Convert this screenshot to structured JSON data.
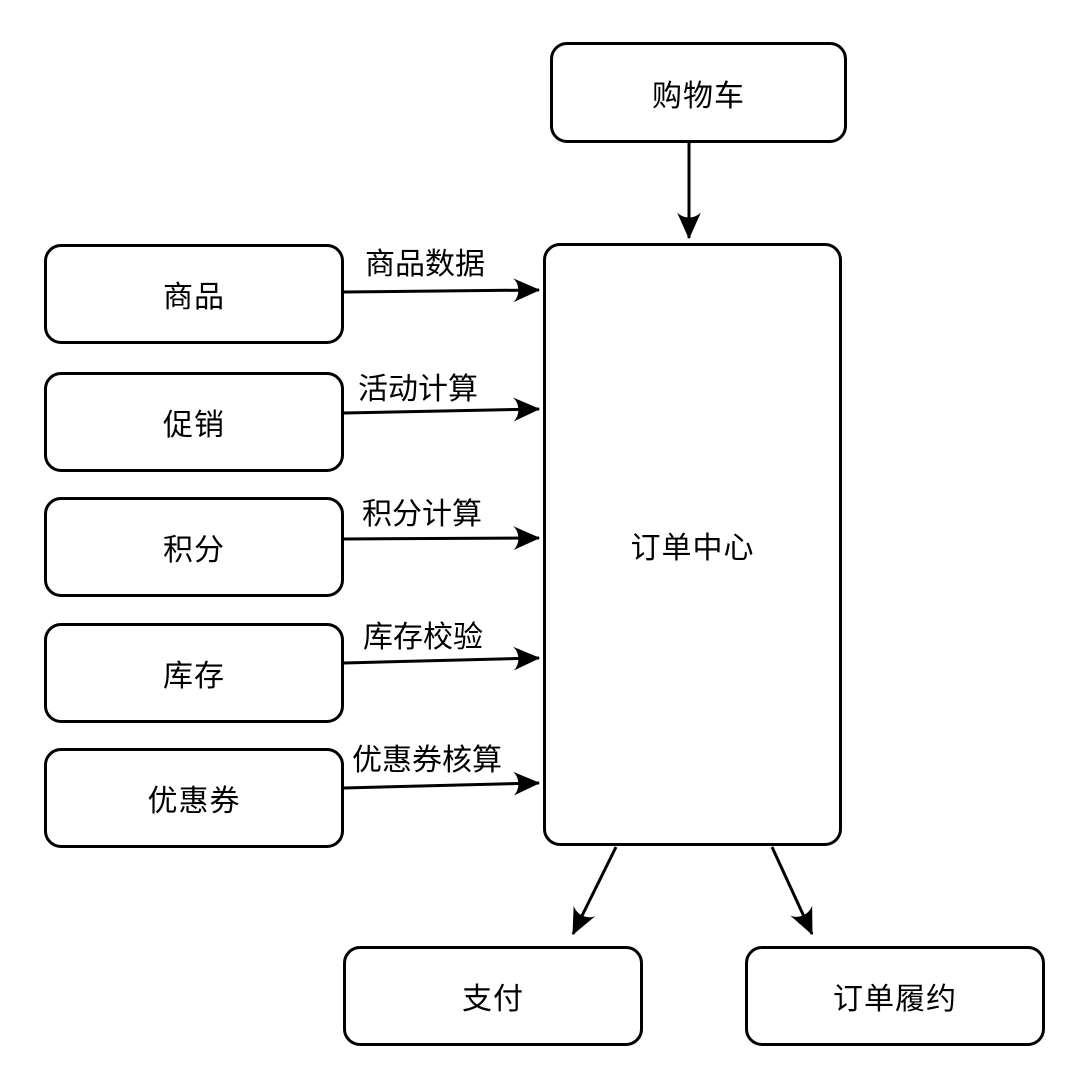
{
  "diagram": {
    "type": "flowchart",
    "colors": {
      "stroke": "#000000",
      "node_fill": "#ffffff",
      "text": "#000000",
      "background": "#ffffff"
    },
    "nodes": [
      {
        "id": "cart",
        "label": "购物车"
      },
      {
        "id": "product",
        "label": "商品"
      },
      {
        "id": "promotion",
        "label": "促销"
      },
      {
        "id": "points",
        "label": "积分"
      },
      {
        "id": "inventory",
        "label": "库存"
      },
      {
        "id": "coupon",
        "label": "优惠券"
      },
      {
        "id": "order-center",
        "label": "订单中心"
      },
      {
        "id": "payment",
        "label": "支付"
      },
      {
        "id": "fulfillment",
        "label": "订单履约"
      }
    ],
    "edges": [
      {
        "from": "cart",
        "to": "order-center",
        "label": ""
      },
      {
        "from": "product",
        "to": "order-center",
        "label": "商品数据"
      },
      {
        "from": "promotion",
        "to": "order-center",
        "label": "活动计算"
      },
      {
        "from": "points",
        "to": "order-center",
        "label": "积分计算"
      },
      {
        "from": "inventory",
        "to": "order-center",
        "label": "库存校验"
      },
      {
        "from": "coupon",
        "to": "order-center",
        "label": "优惠券核算"
      },
      {
        "from": "order-center",
        "to": "payment",
        "label": ""
      },
      {
        "from": "order-center",
        "to": "fulfillment",
        "label": ""
      }
    ]
  }
}
